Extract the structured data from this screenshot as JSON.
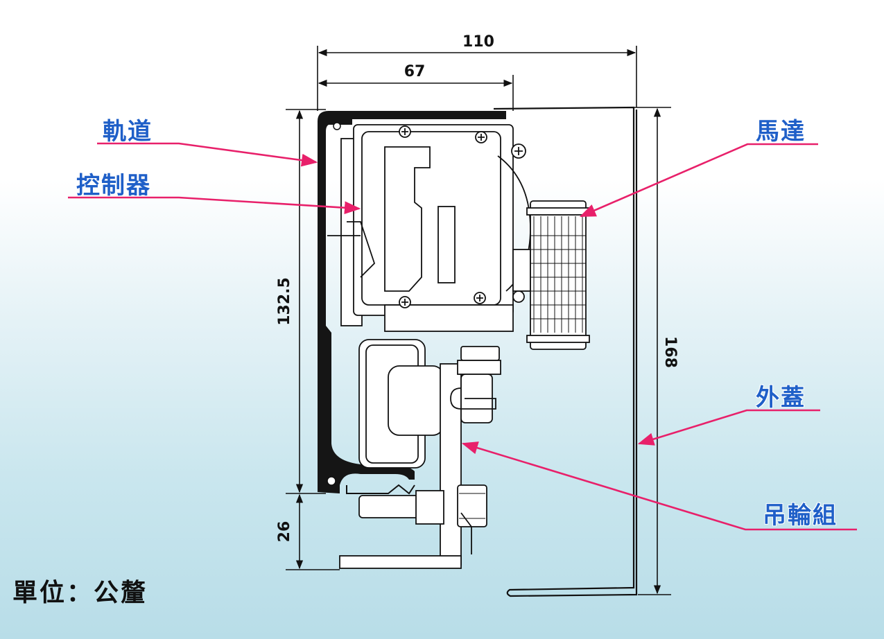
{
  "callouts": {
    "track": "軌道",
    "controller": "控制器",
    "motor": "馬達",
    "cover": "外蓋",
    "hanger": "吊輪組"
  },
  "dimensions": {
    "width_total": "110",
    "width_partial": "67",
    "height_track": "132.5",
    "height_total": "168",
    "height_bottom": "26"
  },
  "unit_label": "單位：公釐",
  "colors": {
    "callout_text": "#1f5fc8",
    "leader_line": "#e8206a",
    "drawing_line": "#111111"
  }
}
